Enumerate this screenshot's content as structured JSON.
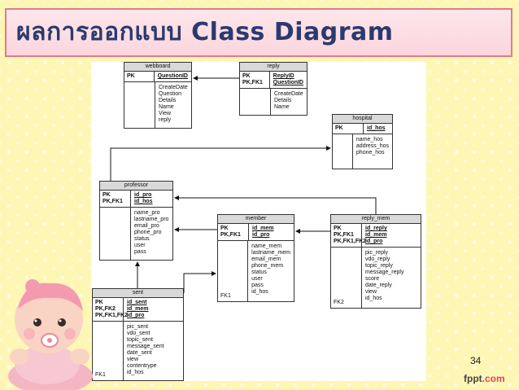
{
  "slide": {
    "title": "ผลการออกแบบ Class Diagram",
    "page_number": "34",
    "brand_main": "fppt",
    "brand_suffix": ".com"
  },
  "tables": {
    "webboard": {
      "name": "webboard",
      "keys_left": [
        "PK"
      ],
      "keys_right": [
        "QuestionID"
      ],
      "fk_label": "",
      "attributes": [
        "CreateDate",
        "Question",
        "Details",
        "Name",
        "View",
        "reply"
      ]
    },
    "reply": {
      "name": "reply",
      "keys_left": [
        "PK",
        "PK,FK1"
      ],
      "keys_right": [
        "ReplyID",
        "QuestionID"
      ],
      "fk_label": "",
      "attributes": [
        "CreateDate",
        "Details",
        "Name"
      ]
    },
    "hospital": {
      "name": "hospital",
      "keys_left": [
        "PK"
      ],
      "keys_right": [
        "id_hos"
      ],
      "fk_label": "",
      "attributes": [
        "name_hos",
        "address_hos",
        "phone_hos"
      ]
    },
    "professor": {
      "name": "professor",
      "keys_left": [
        "PK",
        "PK,FK1"
      ],
      "keys_right": [
        "id_pro",
        "id_hos"
      ],
      "fk_label": "",
      "attributes": [
        "name_pro",
        "lastname_pro",
        "email_pro",
        "phone_pro",
        "status",
        "user",
        "pass"
      ]
    },
    "member": {
      "name": "member",
      "keys_left": [
        "PK",
        "PK,FK1"
      ],
      "keys_right": [
        "id_mem",
        "id_pro"
      ],
      "fk_label": "FK1",
      "attributes": [
        "name_mem",
        "lastname_mem",
        "email_mem",
        "phone_mem",
        "status",
        "user",
        "pass",
        "id_hos"
      ]
    },
    "reply_mem": {
      "name": "reply_mem",
      "keys_left": [
        "PK",
        "PK,FK1",
        "PK,FK1,FK2"
      ],
      "keys_right": [
        "id_reply",
        "id_mem",
        "id_pro"
      ],
      "fk_label": "FK2",
      "attributes": [
        "pic_reply",
        "vdo_reply",
        "topic_reply",
        "message_reply",
        "score",
        "date_reply",
        "view",
        "id_hos"
      ]
    },
    "sent": {
      "name": "sent",
      "keys_left": [
        "PK",
        "PK,FK2",
        "PK,FK1,FK2"
      ],
      "keys_right": [
        "id_sent",
        "id_mem",
        "id_pro"
      ],
      "fk_label": "FK1",
      "attributes": [
        "pic_sent",
        "vdo_sent",
        "topic_sent",
        "message_sent",
        "date_sent",
        "view",
        "contentrype",
        "id_hos"
      ]
    }
  }
}
